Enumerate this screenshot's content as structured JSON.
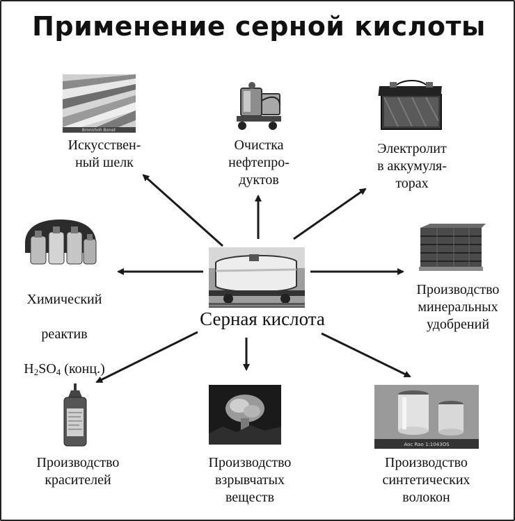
{
  "title": "Применение серной кислоты",
  "center": {
    "label": "Серная кислота"
  },
  "nodes": {
    "silk": "Искусствен-\nный шелк",
    "oil": "Очистка\nнефтепро-\nдуктов",
    "battery": "Электролит\nв аккумуля-\nторах",
    "reagent": {
      "line1": "Химический",
      "line2": "реактив",
      "f1": "H",
      "s1": "2",
      "f2": "SO",
      "s2": "4",
      "f3": " (конц.)"
    },
    "fertilizer": "Производство\nминеральных\nудобрений",
    "dyes": "Производство\nкрасителей",
    "explosives": "Производство\nвзрывчатых\nвеществ",
    "fibers": "Производство\nсинтетических\nволокон"
  },
  "captions": {
    "silk_photo": "Bronnhoh Bonet",
    "fiber_photo": "Aoc Rao 1:1043OS"
  },
  "colors": {
    "ink": "#111111",
    "arrow": "#1a1a1a"
  }
}
